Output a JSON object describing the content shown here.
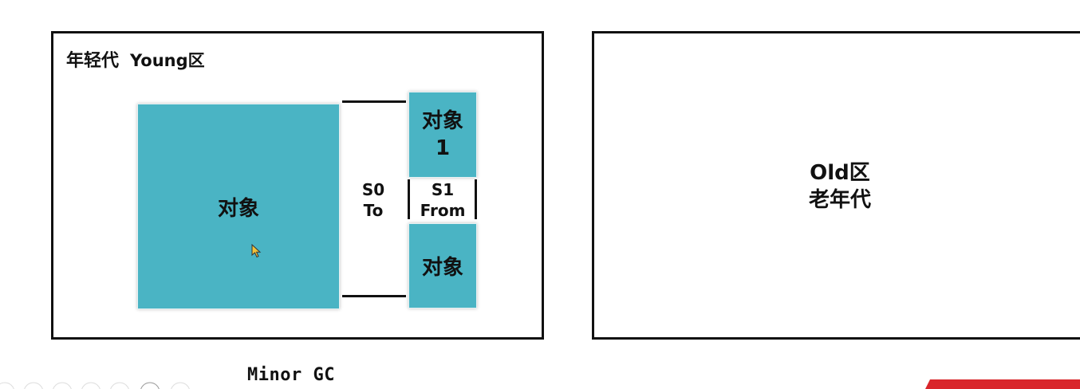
{
  "young_gen": {
    "title_cn": "年轻代",
    "title_en": "Young区",
    "eden_label": "对象",
    "s0": {
      "name": "S0",
      "role": "To"
    },
    "s1": {
      "name": "S1",
      "role": "From"
    },
    "s1_top_object_line1": "对象",
    "s1_top_object_line2": "1",
    "s1_bottom_object": "对象"
  },
  "old_gen": {
    "line1": "Old区",
    "line2": "老年代"
  },
  "caption": "Minor GC",
  "colors": {
    "object_fill": "#4ab4c4",
    "border": "#111111",
    "corner_banner": "#d9262b"
  },
  "icons": [
    "mouse-cursor-icon"
  ]
}
